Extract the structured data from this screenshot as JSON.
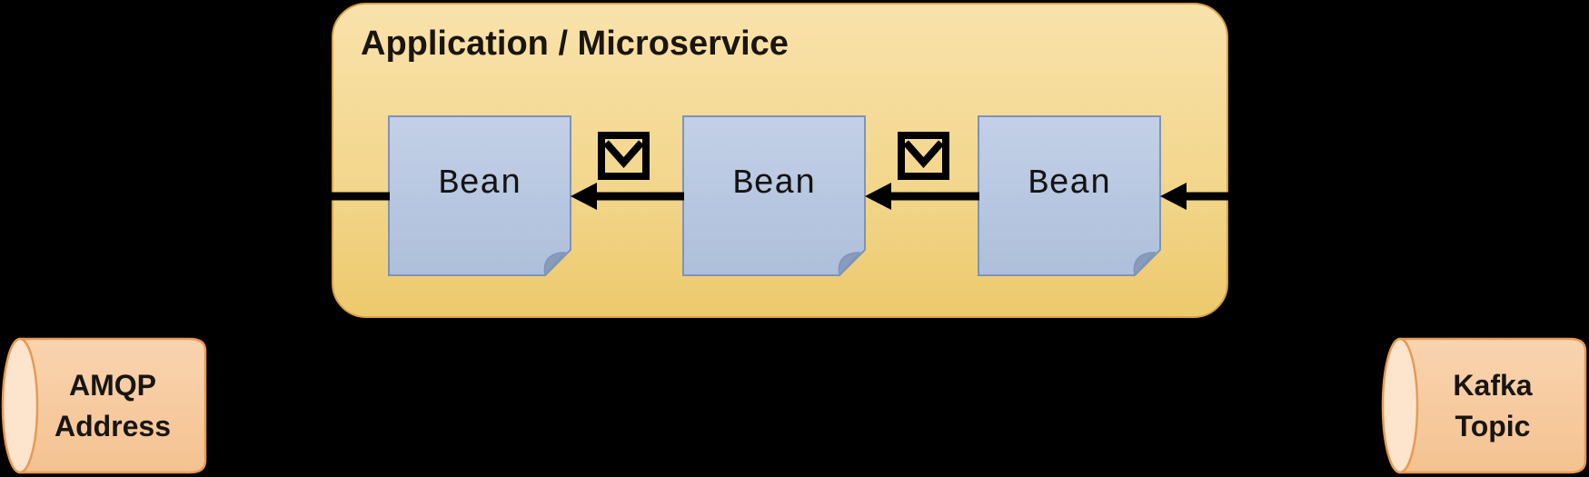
{
  "diagram": {
    "background_color": "#000000",
    "container": {
      "title": "Application / Microservice",
      "fill_top": "#f9e2ab",
      "fill_bottom": "#edc96d",
      "border_color": "#d5a347"
    },
    "beans": [
      {
        "label": "Bean"
      },
      {
        "label": "Bean"
      },
      {
        "label": "Bean"
      }
    ],
    "bean_style": {
      "fill": "#bccadf",
      "border_color": "#7e93b8",
      "fold_color": "#8a9cbc"
    },
    "message_icons": [
      {
        "name": "envelope-icon"
      },
      {
        "name": "envelope-icon"
      }
    ],
    "arrows": {
      "color": "#000000",
      "direction": "right-to-left",
      "segments": [
        "container-left-edge-to-bean1",
        "bean2-to-bean1",
        "bean3-to-bean2",
        "container-right-edge-to-bean3"
      ]
    },
    "endpoints": {
      "left": {
        "line1": "AMQP",
        "line2": "Address"
      },
      "right": {
        "line1": "Kafka",
        "line2": "Topic"
      },
      "fill": "#f8cca4",
      "cap_fill": "#fce4cd",
      "border_color": "#e79a55"
    }
  }
}
